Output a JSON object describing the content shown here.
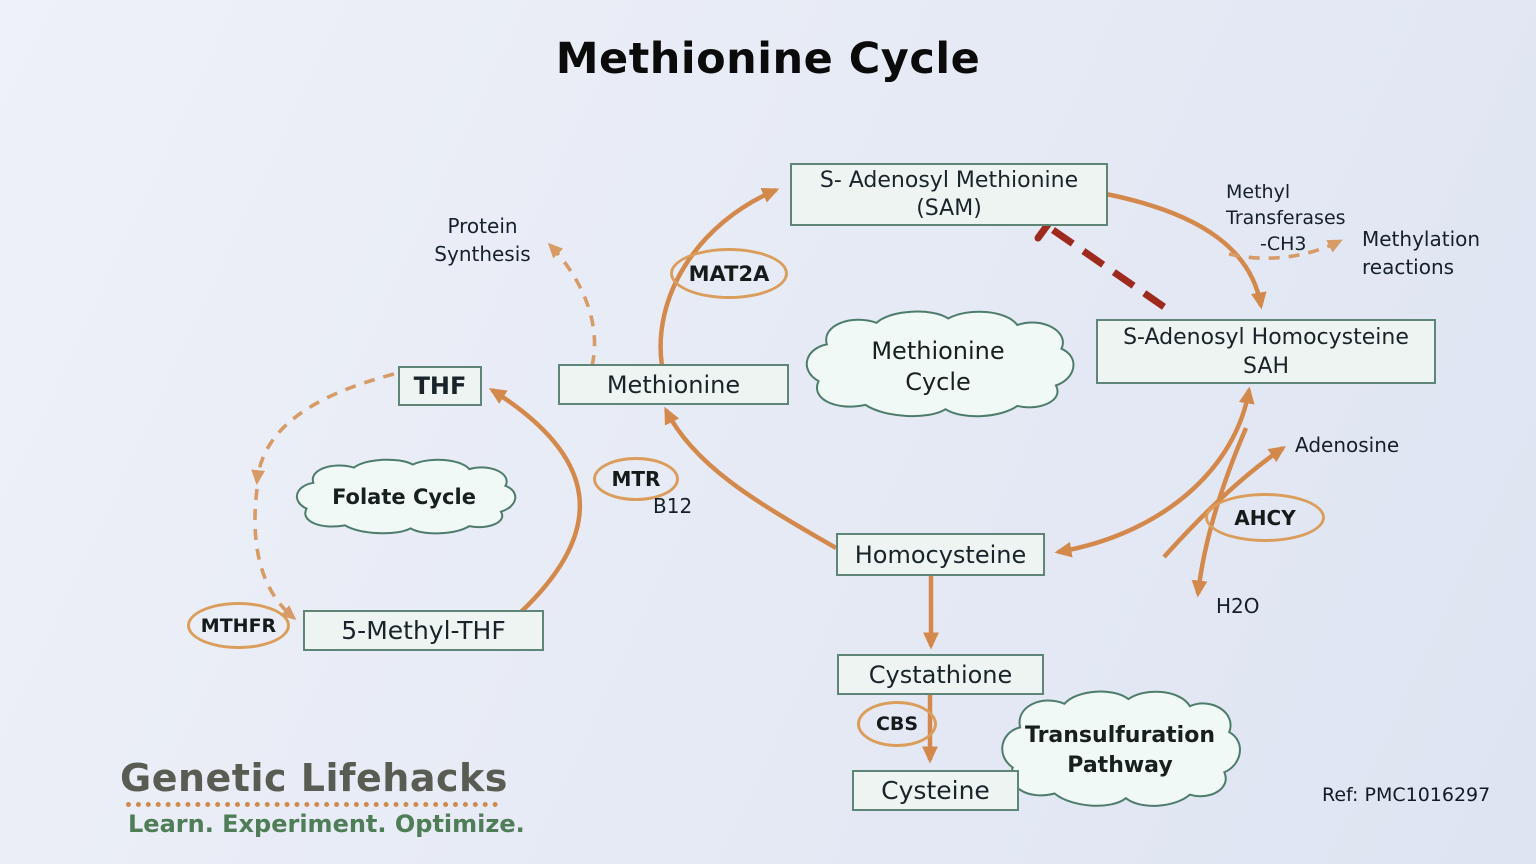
{
  "title": "Methionine Cycle",
  "reference": "Ref: PMC1016297",
  "logo": {
    "name": "Genetic Lifehacks",
    "tagline": "Learn. Experiment. Optimize."
  },
  "nodes": {
    "sam": {
      "line1": "S- Adenosyl Methionine",
      "line2": "(SAM)"
    },
    "sah": {
      "line1": "S-Adenosyl Homocysteine",
      "line2": "SAH"
    },
    "methionine": "Methionine",
    "thf": "THF",
    "five_methyl_thf": "5-Methyl-THF",
    "homocysteine": "Homocysteine",
    "cystathione": "Cystathione",
    "cysteine": "Cysteine"
  },
  "enzymes": {
    "mat2a": "MAT2A",
    "mtr": "MTR",
    "mthfr": "MTHFR",
    "ahcy": "AHCY",
    "cbs": "CBS"
  },
  "clouds": {
    "methionine_cycle": {
      "line1": "Methionine",
      "line2": "Cycle"
    },
    "folate_cycle": "Folate Cycle",
    "transulfuration": {
      "line1": "Transulfuration",
      "line2": "Pathway"
    }
  },
  "labels": {
    "protein_synthesis": {
      "line1": "Protein",
      "line2": "Synthesis"
    },
    "methyl_transferases": {
      "line1": "Methyl",
      "line2": "Transferases",
      "line3": "-CH3"
    },
    "methylation_reactions": {
      "line1": "Methylation",
      "line2": "reactions"
    },
    "adenosine": "Adenosine",
    "h2o": "H2O",
    "b12": "B12"
  },
  "colors": {
    "arrow_orange": "#d4894c",
    "arrow_dashed_orange": "#d79b68",
    "inhibition_red": "#9e2a1d",
    "node_border_teal": "#5f8578",
    "node_fill": "#eef4f1",
    "cloud_fill": "#f1f9f6",
    "enzyme_oval_orange": "#db9d5c",
    "logo_gray": "#585c52",
    "logo_green": "#4e7d57"
  }
}
